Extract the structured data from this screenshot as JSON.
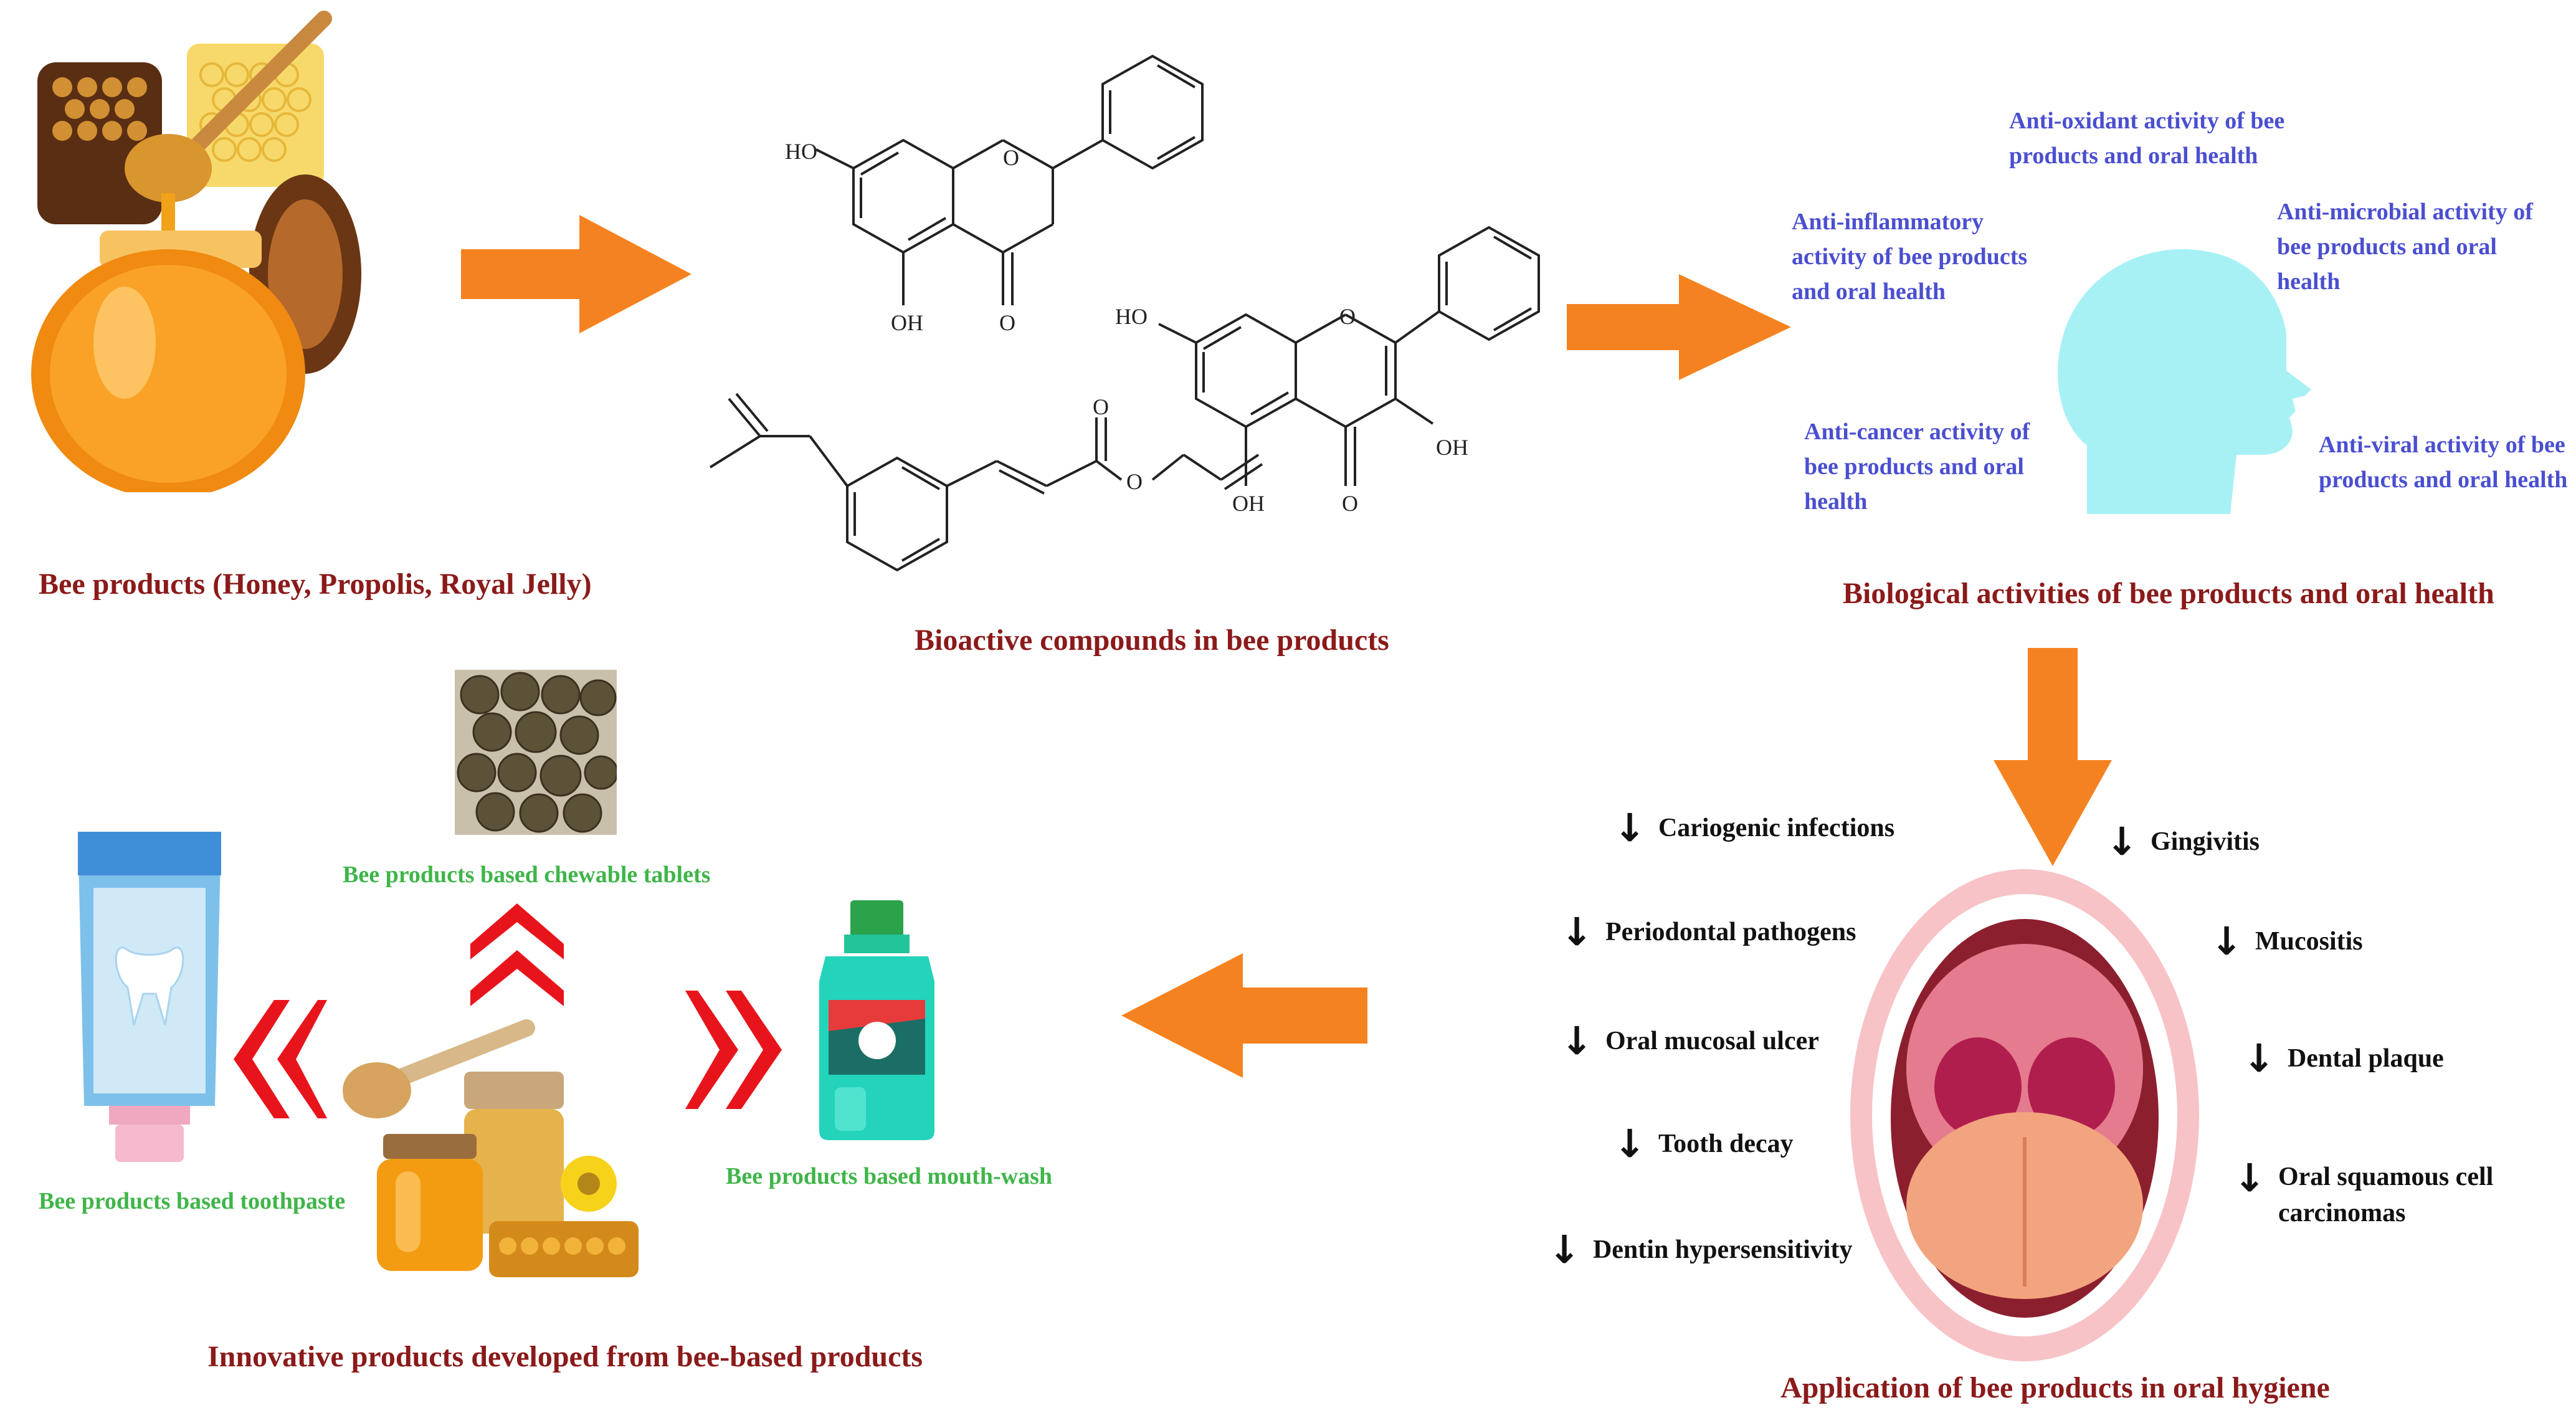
{
  "colors": {
    "arrow": "#f58220",
    "dark_red": "#8b1a1a",
    "blue": "#4a4fd0",
    "green": "#3fb549",
    "head": "#a7f1f5",
    "chevron": "#e8141c"
  },
  "bee_products": {
    "title": "Bee products (Honey, Propolis, Royal Jelly)"
  },
  "compounds": {
    "title": "Bioactive compounds in bee products",
    "atoms": {
      "ho": "HO",
      "oh": "OH",
      "o": "O"
    }
  },
  "biological": {
    "title": "Biological activities of bee products and oral health",
    "items": [
      "Anti-oxidant activity of bee products and oral health",
      "Anti-inflammatory activity of bee products and oral health",
      "Anti-microbial activity of bee products and oral health",
      "Anti-cancer activity of bee products and oral health",
      "Anti-viral activity of bee products and oral health"
    ]
  },
  "oral": {
    "title": "Application of bee products in oral hygiene",
    "arrow_glyph": "↓",
    "effects": [
      "Cariogenic infections",
      "Gingivitis",
      "Periodontal pathogens",
      "Mucositis",
      "Oral mucosal ulcer",
      "Dental plaque",
      "Tooth decay",
      "Oral squamous cell carcinomas",
      "Dentin hypersensitivity"
    ]
  },
  "innovative": {
    "title": "Innovative products developed from bee-based products",
    "tablets": "Bee products based chewable tablets",
    "toothpaste": "Bee products based toothpaste",
    "mouthwash": "Bee products based mouth-wash"
  }
}
